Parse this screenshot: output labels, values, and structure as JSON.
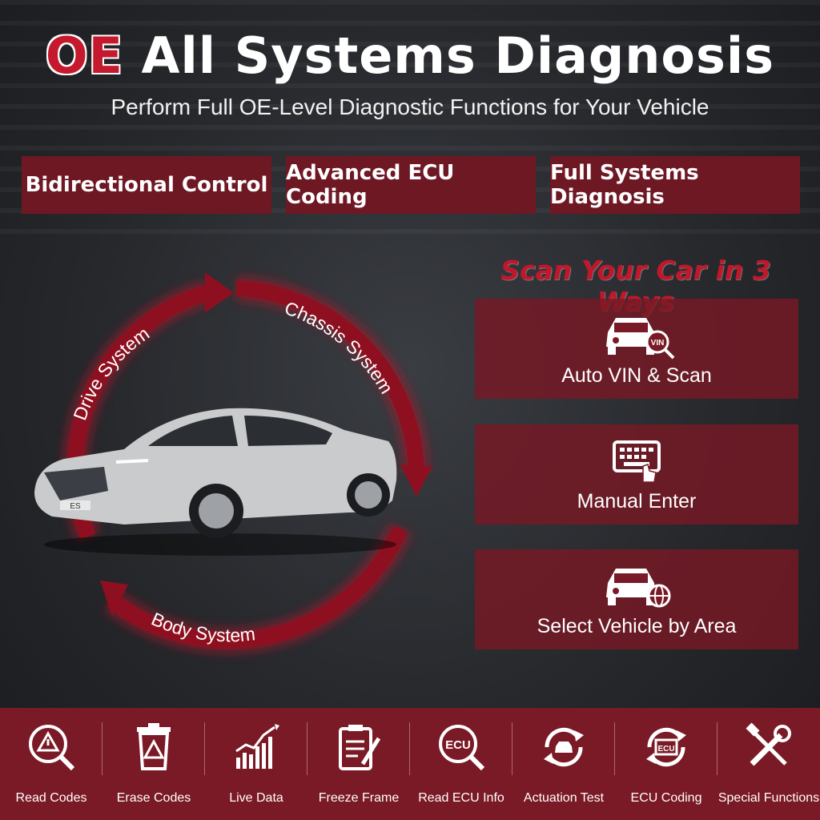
{
  "header": {
    "title_prefix": "OE",
    "title_rest": " All Systems Diagnosis",
    "subtitle": "Perform Full OE-Level Diagnostic Functions for Your Vehicle"
  },
  "features": [
    {
      "label": "Bidirectional Control"
    },
    {
      "label": "Advanced ECU Coding"
    },
    {
      "label": "Full Systems Diagnosis"
    }
  ],
  "scan": {
    "title": "Scan Your Car in 3 Ways",
    "ways": [
      {
        "label": "Auto VIN & Scan",
        "icon": "car-vin-magnifier-icon"
      },
      {
        "label": "Manual Enter",
        "icon": "keyboard-hand-icon"
      },
      {
        "label": "Select Vehicle by Area",
        "icon": "car-globe-icon"
      }
    ]
  },
  "systems": {
    "drive": "Drive System",
    "chassis": "Chassis System",
    "body": "Body System",
    "badge": "ES"
  },
  "functions": [
    {
      "label": "Read Codes",
      "icon": "read-codes-icon"
    },
    {
      "label": "Erase Codes",
      "icon": "erase-codes-icon"
    },
    {
      "label": "Live Data",
      "icon": "live-data-icon"
    },
    {
      "label": "Freeze Frame",
      "icon": "freeze-frame-icon"
    },
    {
      "label": "Read ECU Info",
      "icon": "read-ecu-info-icon"
    },
    {
      "label": "Actuation Test",
      "icon": "actuation-test-icon"
    },
    {
      "label": "ECU Coding",
      "icon": "ecu-coding-icon"
    },
    {
      "label": "Special Functions",
      "icon": "special-functions-icon"
    }
  ],
  "colors": {
    "accent_red": "#c5192d",
    "panel_red": "#7a1a26",
    "background": "#26282c"
  }
}
